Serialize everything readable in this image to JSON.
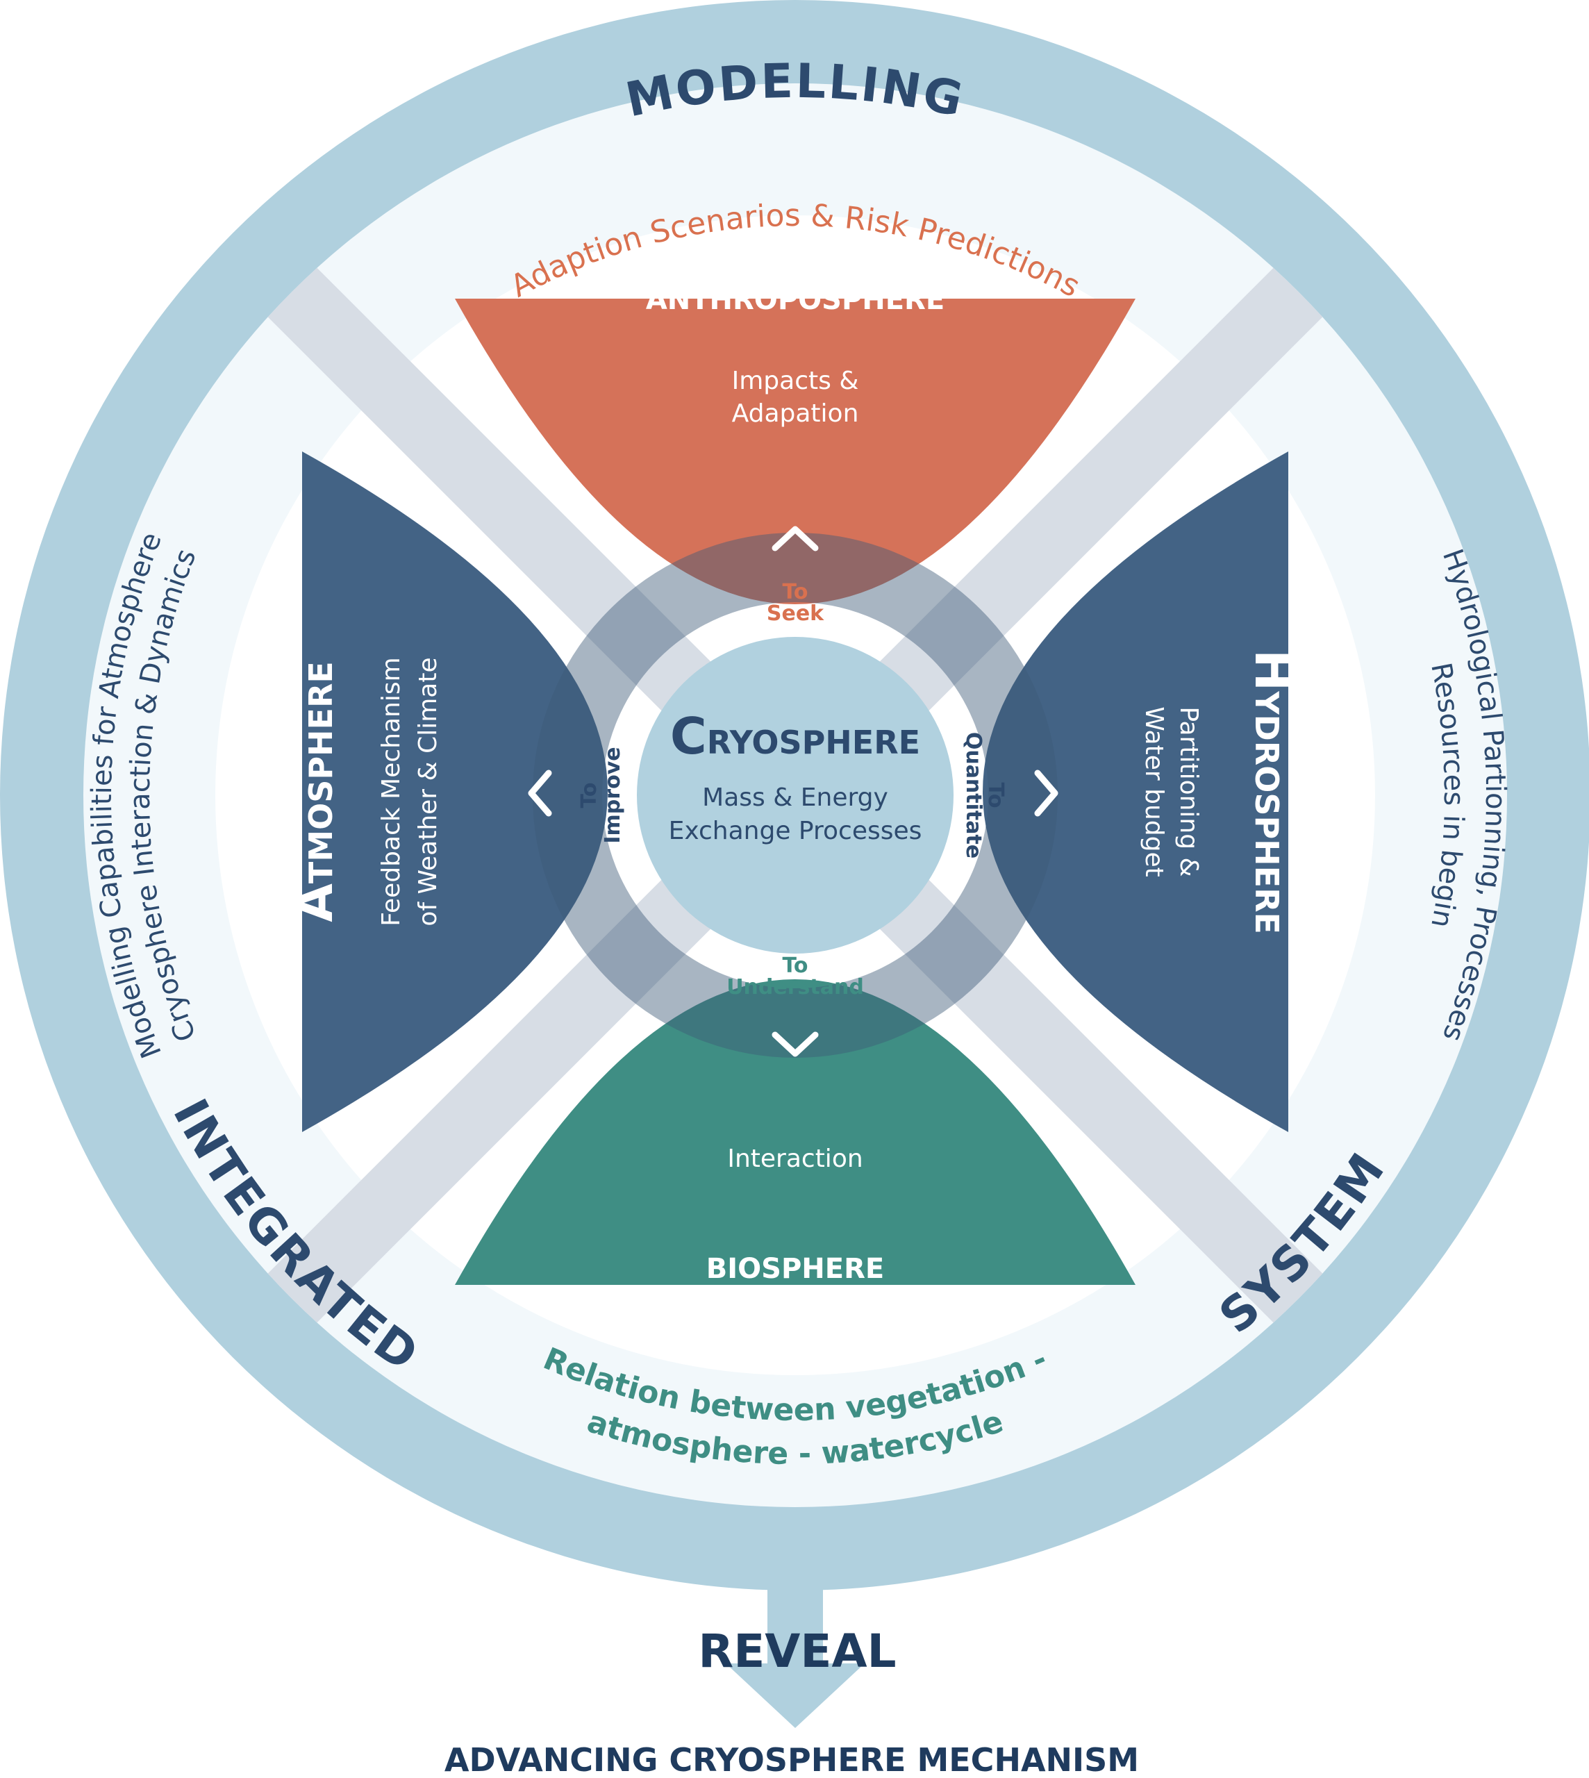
{
  "ring_labels": {
    "top": "MODELLING",
    "bottom_left": "INTEGRATED",
    "bottom_right": "SYSTEM"
  },
  "outer_texts": {
    "top": "Adaption Scenarios & Risk Predictions",
    "bottom_line1": "Relation between vegetation -",
    "bottom_line2": "atmosphere - watercycle",
    "left_line1": "Modelling Capabilities for Atmosphere",
    "left_line2": "Cryosphere Interaction & Dynamics",
    "right_line1": "Hydrological Partionning, Processes",
    "right_line2": "Resources in begin"
  },
  "sectors": {
    "anthroposphere": {
      "title": "ANTHROPOSPHERE",
      "line1": "Impacts &",
      "line2": "Adapation"
    },
    "biosphere": {
      "title": "BIOSPHERE",
      "line1": "Interaction"
    },
    "atmosphere": {
      "title_initial": "A",
      "title_rest": "TMOSPHERE",
      "line1": "Feedback Mechanism",
      "line2": "of Weather & Climate"
    },
    "hydrosphere": {
      "title_initial": "H",
      "title_rest": "YDROSPHERE",
      "line1": "Partitioning &",
      "line2": "Water budget"
    }
  },
  "center": {
    "title_initial": "C",
    "title_rest": "RYOSPHERE",
    "line1": "Mass & Energy",
    "line2": "Exchange Processes"
  },
  "ring_verbs": {
    "top_line1": "To",
    "top_line2": "Seek",
    "bottom_line1": "To",
    "bottom_line2": "Understand",
    "left_line1": "To",
    "left_line2": "Improve",
    "right_line1": "To",
    "right_line2": "Quantitate"
  },
  "arrow_icons": [
    "chevron-up-icon",
    "chevron-down-icon",
    "chevron-left-icon",
    "chevron-right-icon"
  ],
  "footer": {
    "reveal": "REVEAL",
    "caption": "ADVANCING CRYOSPHERE MECHANISM"
  },
  "colors": {
    "outer_ring": "#b0d0de",
    "inner_disc": "#f2f8fb",
    "navy_text": "#2d4a6e",
    "anthroposphere": "#d57259",
    "biosphere": "#3f8e84",
    "atmosphere_hydrosphere": "#436385",
    "center_disc": "#b1d1df",
    "band": "#d9dee6",
    "ring_band": "#8a9bad",
    "orange_text": "#d9714f",
    "teal_text": "#3f8e84"
  }
}
